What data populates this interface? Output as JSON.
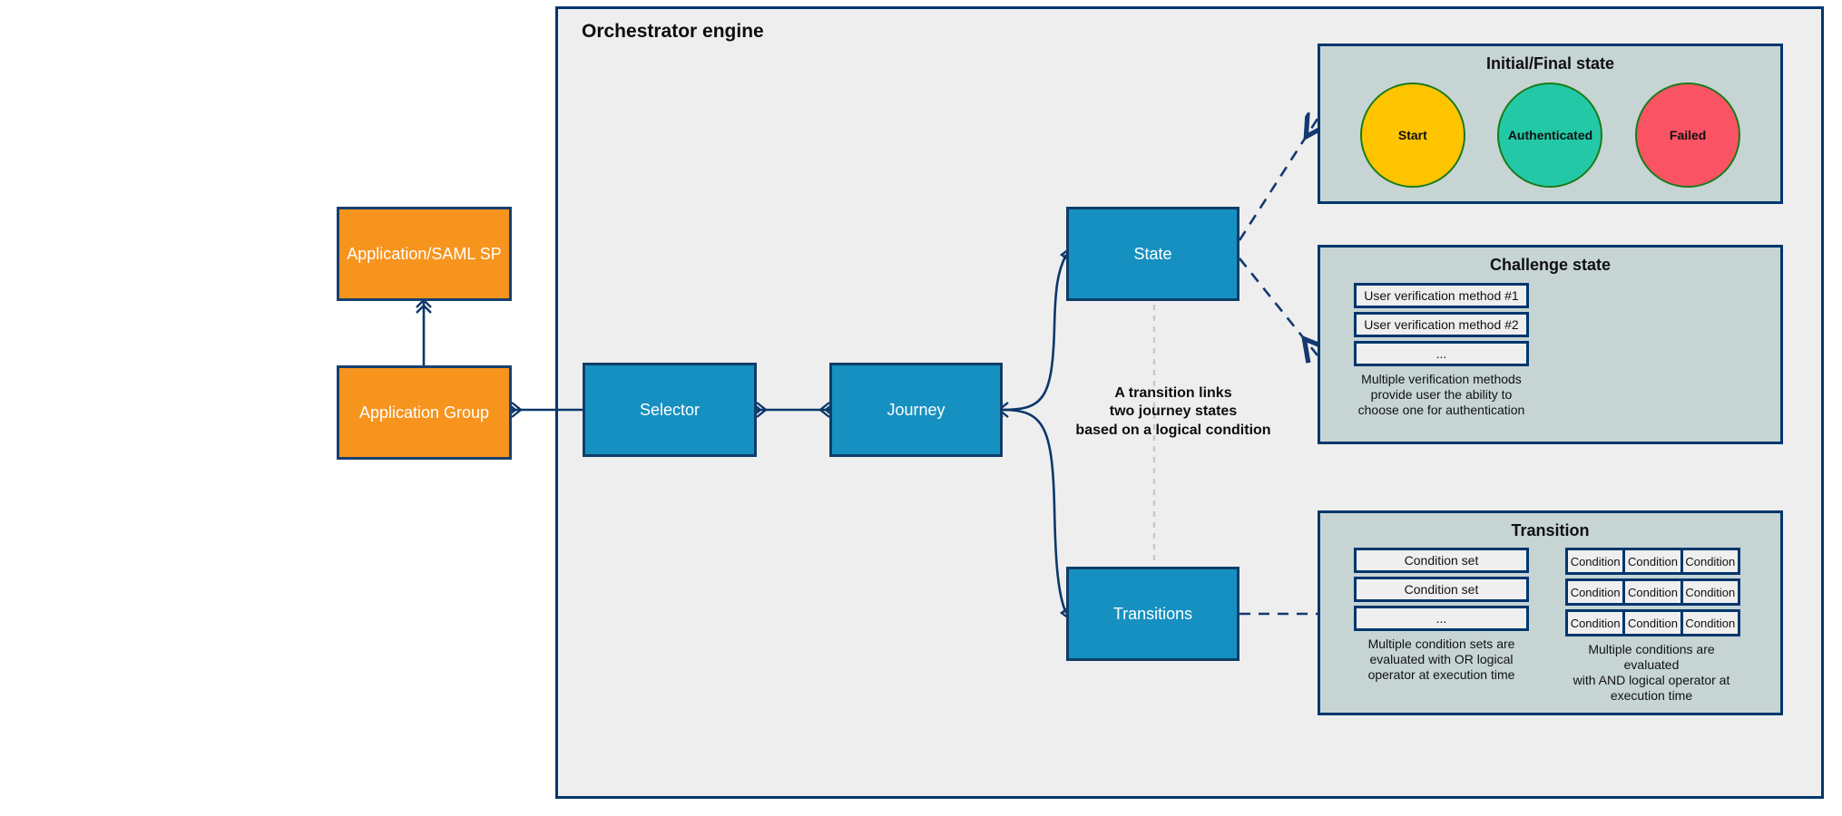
{
  "frame": {
    "title": "Orchestrator engine"
  },
  "nodes": {
    "app_saml": "Application/SAML SP",
    "app_group": "Application Group",
    "selector": "Selector",
    "journey": "Journey",
    "state": "State",
    "transitions": "Transitions"
  },
  "annotation": {
    "line1": "A transition links",
    "line2": "two journey states",
    "line3": "based on a logical condition"
  },
  "panels": {
    "initial_final": {
      "title": "Initial/Final state",
      "circles": [
        {
          "label": "Start",
          "color": "#ffc400"
        },
        {
          "label": "Authenticated",
          "color": "#23c9a7"
        },
        {
          "label": "Failed",
          "color": "#fa5364"
        }
      ]
    },
    "challenge": {
      "title": "Challenge state",
      "items": [
        "User verification method #1",
        "User verification method #2",
        "..."
      ],
      "caption_lines": [
        "Multiple verification methods",
        "provide user the ability to",
        "choose one for authentication"
      ]
    },
    "transition": {
      "title": "Transition",
      "condition_sets": [
        "Condition set",
        "Condition set",
        "..."
      ],
      "condition_set_caption_lines": [
        "Multiple condition sets are",
        "evaluated with OR logical",
        "operator at execution time"
      ],
      "condition_grid": [
        [
          "Condition",
          "Condition",
          "Condition"
        ],
        [
          "Condition",
          "Condition",
          "Condition"
        ],
        [
          "Condition",
          "Condition",
          "Condition"
        ]
      ],
      "condition_caption_lines": [
        "Multiple conditions are evaluated",
        "with AND logical operator at",
        "execution time"
      ]
    }
  },
  "colors": {
    "frame_border": "#00366d",
    "frame_fill": "#eeeeee",
    "orange_node": "#f7941e",
    "blue_node": "#1690c0",
    "panel_fill": "#c6d4d4",
    "connector": "#0b3769",
    "circle_stroke": "#1a7a1a"
  }
}
